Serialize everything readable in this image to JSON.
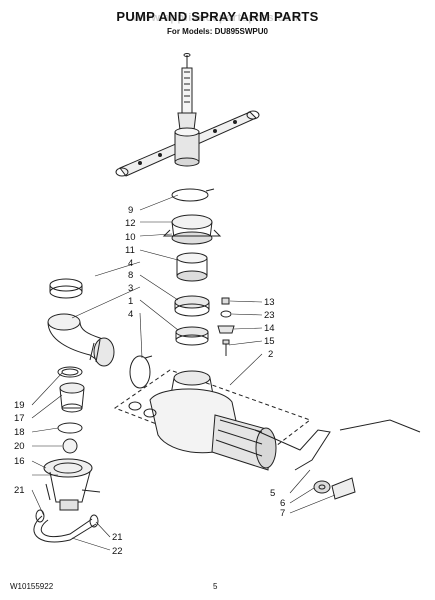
{
  "header": {
    "title": "PUMP AND SPRAY ARM PARTS",
    "subtitle": "For Models: DU895SWPU0",
    "watermark": "www.appliancepartspros.com"
  },
  "footer": {
    "doc_number": "W10155922",
    "page_number": "5"
  },
  "callouts": {
    "c9": "9",
    "c12": "12",
    "c10": "10",
    "c11": "11",
    "c4a": "4",
    "c8": "8",
    "c3": "3",
    "c1": "1",
    "c4b": "4",
    "c13": "13",
    "c23": "23",
    "c14": "14",
    "c15": "15",
    "c2": "2",
    "c19": "19",
    "c17": "17",
    "c18": "18",
    "c20": "20",
    "c16": "16",
    "c21a": "21",
    "c21b": "21",
    "c22": "22",
    "c5": "5",
    "c6": "6",
    "c7": "7"
  }
}
